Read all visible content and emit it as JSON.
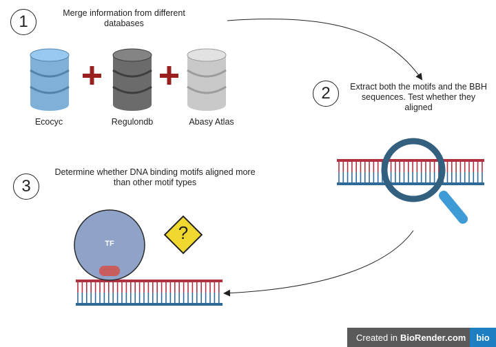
{
  "steps": [
    {
      "number": "1",
      "text": "Merge information from different databases"
    },
    {
      "number": "2",
      "text": "Extract both the motifs and the BBH sequences. Test whether they aligned"
    },
    {
      "number": "3",
      "text": "Determine whether DNA binding motifs  aligned more than other motif types"
    }
  ],
  "databases": [
    {
      "label": "Ecocyc",
      "color": "#7fb0d8"
    },
    {
      "label": "Regulondb",
      "color": "#6b6b6b"
    },
    {
      "label": "Abasy Atlas",
      "color": "#c9c9c9"
    }
  ],
  "operators": {
    "plus": "+"
  },
  "tf_label": "TF",
  "warning_symbol": "?",
  "colors": {
    "dna_top": "#b03040",
    "dna_bottom": "#2e6a99",
    "tf_body": "#8fa3c9",
    "tf_domain": "#c95d5d",
    "magnifier": "#33607f",
    "magnifier_handle": "#3e9bd6",
    "plus": "#9a2020",
    "warning": "#f0d830"
  },
  "footer": {
    "prefix": "Created in",
    "brand": "BioRender.com",
    "logo": "bio"
  }
}
